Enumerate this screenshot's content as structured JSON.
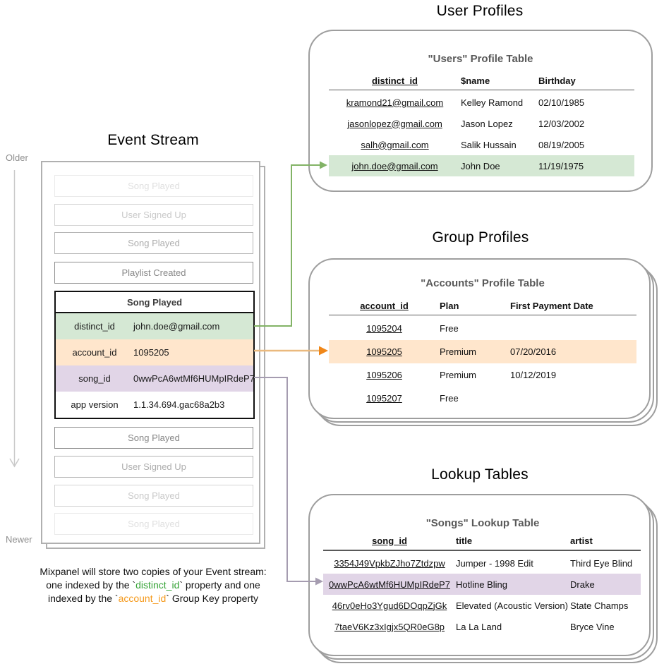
{
  "titles": {
    "event_stream": "Event Stream",
    "user_profiles": "User Profiles",
    "group_profiles": "Group Profiles",
    "lookup_tables": "Lookup Tables"
  },
  "timeline": {
    "older": "Older",
    "newer": "Newer"
  },
  "event_stream": {
    "events_top": [
      "Song Played",
      "User Signed Up",
      "Song Played",
      "Playlist Created"
    ],
    "expanded_event": {
      "title": "Song Played",
      "properties": [
        {
          "key": "distinct_id",
          "value": "john.doe@gmail.com",
          "highlight": "green"
        },
        {
          "key": "account_id",
          "value": "1095205",
          "highlight": "orange"
        },
        {
          "key": "song_id",
          "value": "0wwPcA6wtMf6HUMpIRdeP7",
          "highlight": "purple"
        },
        {
          "key": "app version",
          "value": "1.1.34.694.gac68a2b3",
          "highlight": "none"
        }
      ]
    },
    "events_bottom": [
      "Song Played",
      "User Signed Up",
      "Song Played",
      "Song Played"
    ]
  },
  "users_table": {
    "title": "\"Users\" Profile Table",
    "columns": [
      "distinct_id",
      "$name",
      "Birthday"
    ],
    "rows": [
      [
        "kramond21@gmail.com",
        "Kelley Ramond",
        "02/10/1985"
      ],
      [
        "jasonlopez@gmail.com",
        "Jason Lopez",
        "12/03/2002"
      ],
      [
        "salh@gmail.com",
        "Salik Hussain",
        "08/19/2005"
      ],
      [
        "john.doe@gmail.com",
        "John Doe",
        "11/19/1975"
      ]
    ],
    "highlighted_row": 3
  },
  "accounts_table": {
    "title": "\"Accounts\" Profile Table",
    "columns": [
      "account_id",
      "Plan",
      "First Payment Date"
    ],
    "rows": [
      [
        "1095204",
        "Free",
        ""
      ],
      [
        "1095205",
        "Premium",
        "07/20/2016"
      ],
      [
        "1095206",
        "Premium",
        "10/12/2019"
      ],
      [
        "1095207",
        "Free",
        ""
      ]
    ],
    "highlighted_row": 1
  },
  "songs_table": {
    "title": "\"Songs\" Lookup Table",
    "columns": [
      "song_id",
      "title",
      "artist"
    ],
    "rows": [
      [
        "3354J49VpkbZJho7Ztdzpw",
        "Jumper - 1998 Edit",
        "Third Eye Blind"
      ],
      [
        "0wwPcA6wtMf6HUMpIRdeP7",
        "Hotline Bling",
        "Drake"
      ],
      [
        "46rv0eHo3Ygud6DOqpZjGk",
        "Elevated (Acoustic Version)",
        "State Champs"
      ],
      [
        "7taeV6Kz3xIgjx5QR0eG8p",
        "La La Land",
        "Bryce Vine"
      ]
    ],
    "highlighted_row": 1
  },
  "caption": {
    "line1": "Mixpanel will store two copies of your Event stream:",
    "line2_pre": "one indexed by the `",
    "line2_key": "distinct_id",
    "line2_post": "` property and one",
    "line3_pre": "indexed by the `",
    "line3_key": "account_id",
    "line3_post": "` Group Key property"
  },
  "colors": {
    "green_highlight": "#d5e8d4",
    "orange_highlight": "#ffe6cc",
    "purple_highlight": "#e1d5e7",
    "green_arrow": "#82b366",
    "orange_arrow_line": "#eab97e",
    "orange_arrow_head": "#f08719",
    "purple_arrow": "#a59cb0",
    "caption_green": "#35a336",
    "caption_orange": "#f59a1d"
  }
}
